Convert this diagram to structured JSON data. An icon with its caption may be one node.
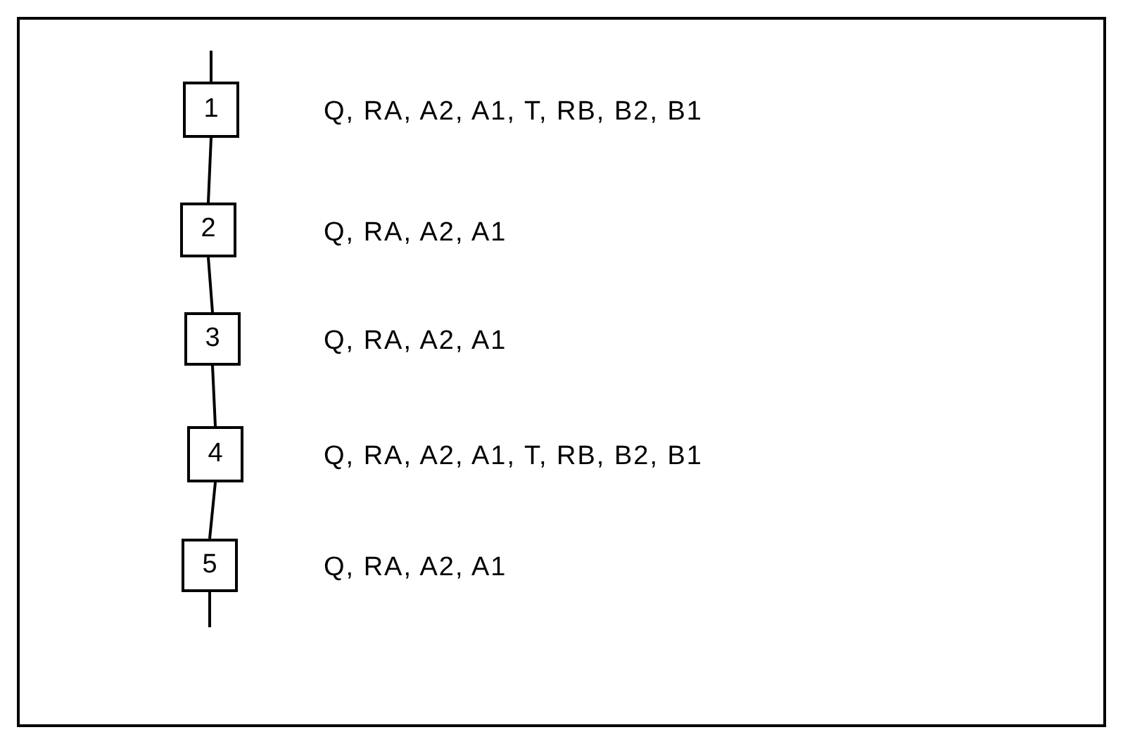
{
  "diagram": {
    "nodes": [
      {
        "text": [
          "1"
        ],
        "beside": [
          "Q, RA, A2, A1, T, RB, B2, B1"
        ]
      },
      {
        "text": [
          "2"
        ],
        "beside": [
          "Q, RA, A2, A1"
        ]
      },
      {
        "text": [
          "3"
        ],
        "beside": [
          "Q, RA, A2, A1"
        ]
      },
      {
        "text": [
          "4"
        ],
        "beside": [
          "Q, RA, A2, A1, T, RB, B2, B1"
        ]
      },
      {
        "text": [
          "5"
        ],
        "beside": [
          "Q, RA, A2, A1"
        ]
      }
    ],
    "edges": [
      {
        "from": null,
        "to": 0,
        "arrow": "none"
      },
      {
        "from": 0,
        "to": 1,
        "arrow": "none"
      },
      {
        "from": 1,
        "to": 2,
        "arrow": "none"
      },
      {
        "from": 2,
        "to": 3,
        "arrow": "none"
      },
      {
        "from": 3,
        "to": 4,
        "arrow": "none"
      },
      {
        "from": 4,
        "to": null,
        "arrow": "none"
      }
    ]
  }
}
